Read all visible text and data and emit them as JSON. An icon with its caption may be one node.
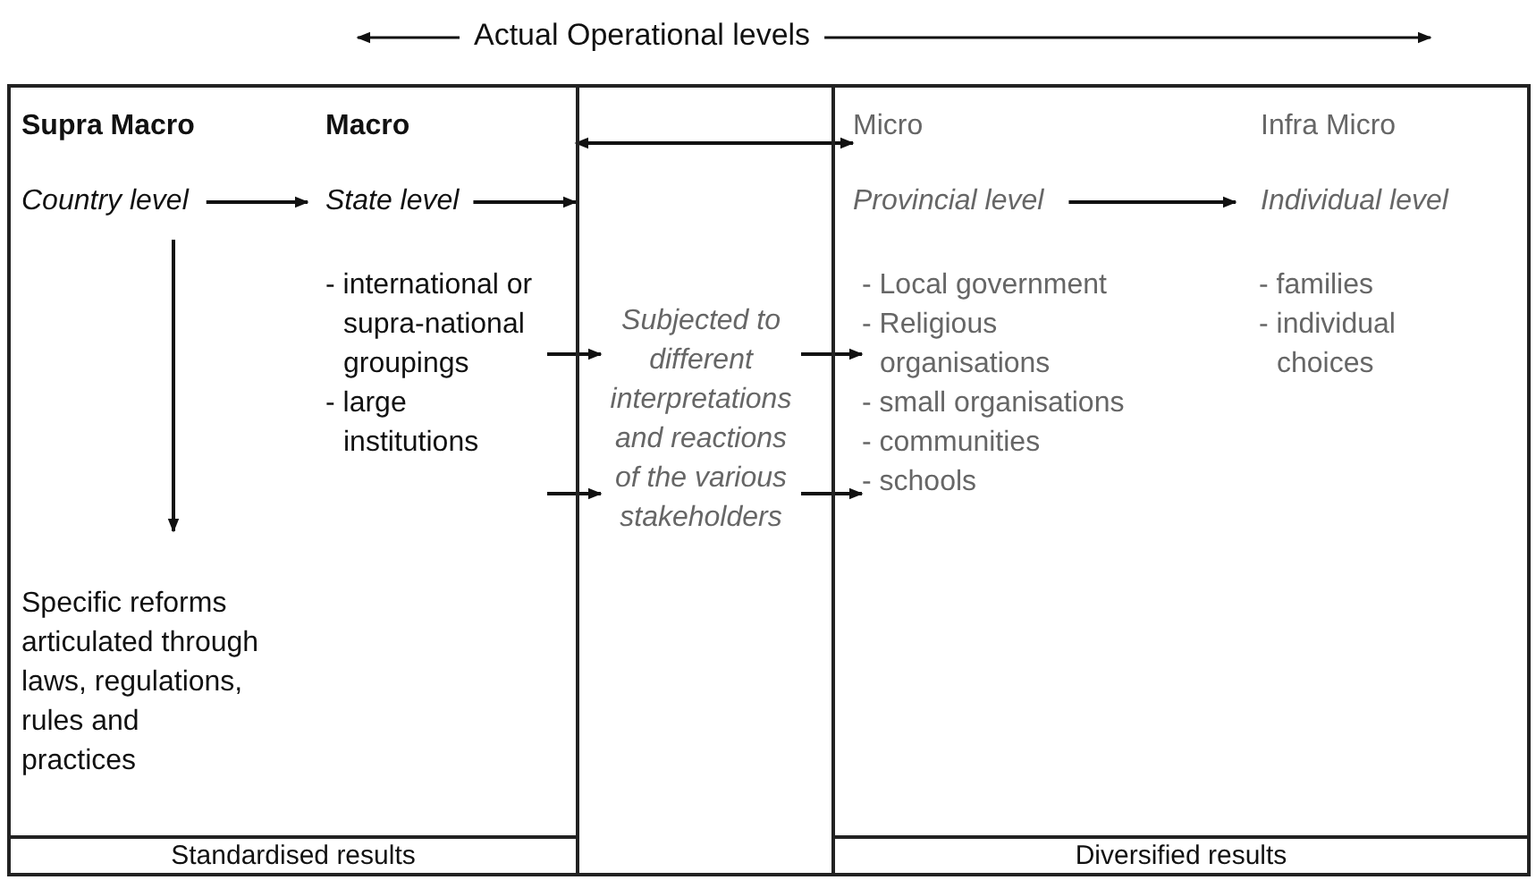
{
  "diagram": {
    "title": "Actual Operational levels",
    "nodes": [
      {
        "text": [],
        "shape": "box"
      },
      {
        "text": [
          "Supra Macro"
        ],
        "in": 0
      },
      {
        "text": [
          "Macro"
        ],
        "in": 0
      },
      {
        "text": [
          "Country level"
        ],
        "in": 0
      },
      {
        "text": [
          "State level"
        ],
        "in": 0
      },
      {
        "text": [
          "- international or supra-national groupings",
          "- large institutions"
        ],
        "in": 0
      },
      {
        "text": [
          "Specific reforms articulated through laws, regulations, rules and practices"
        ],
        "in": 0
      },
      {
        "text": [
          "Standardised results"
        ],
        "in": 0
      },
      {
        "text": [],
        "shape": "box"
      },
      {
        "text": [
          "Subjected to different interpretations and reactions of the various stakeholders"
        ],
        "in": 8
      },
      {
        "text": [],
        "shape": "box"
      },
      {
        "text": [
          "Micro"
        ],
        "in": 10
      },
      {
        "text": [
          "Infra Micro"
        ],
        "in": 10
      },
      {
        "text": [
          "Provincial level"
        ],
        "in": 10
      },
      {
        "text": [
          "Individual level"
        ],
        "in": 10
      },
      {
        "text": [
          "- Local government",
          "- Religious organisations",
          "- small organisations",
          "- communities",
          "- schools"
        ],
        "in": 10
      },
      {
        "text": [
          "- families",
          "- individual choices"
        ],
        "in": 10
      },
      {
        "text": [
          "Diversified results"
        ],
        "in": 10
      }
    ],
    "edges": [
      {
        "from": 3,
        "to": 4,
        "arrow": "to"
      },
      {
        "from": 4,
        "to": 8,
        "arrow": "to"
      },
      {
        "from": 3,
        "to": 6,
        "arrow": "to"
      },
      {
        "from": 8,
        "to": 11,
        "arrow": "both"
      },
      {
        "from": 5,
        "to": 9,
        "arrow": "to"
      },
      {
        "from": 5,
        "to": 9,
        "arrow": "to"
      },
      {
        "from": 9,
        "to": 15,
        "arrow": "to"
      },
      {
        "from": 9,
        "to": 15,
        "arrow": "to"
      },
      {
        "from": 13,
        "to": 14,
        "arrow": "to"
      }
    ]
  }
}
